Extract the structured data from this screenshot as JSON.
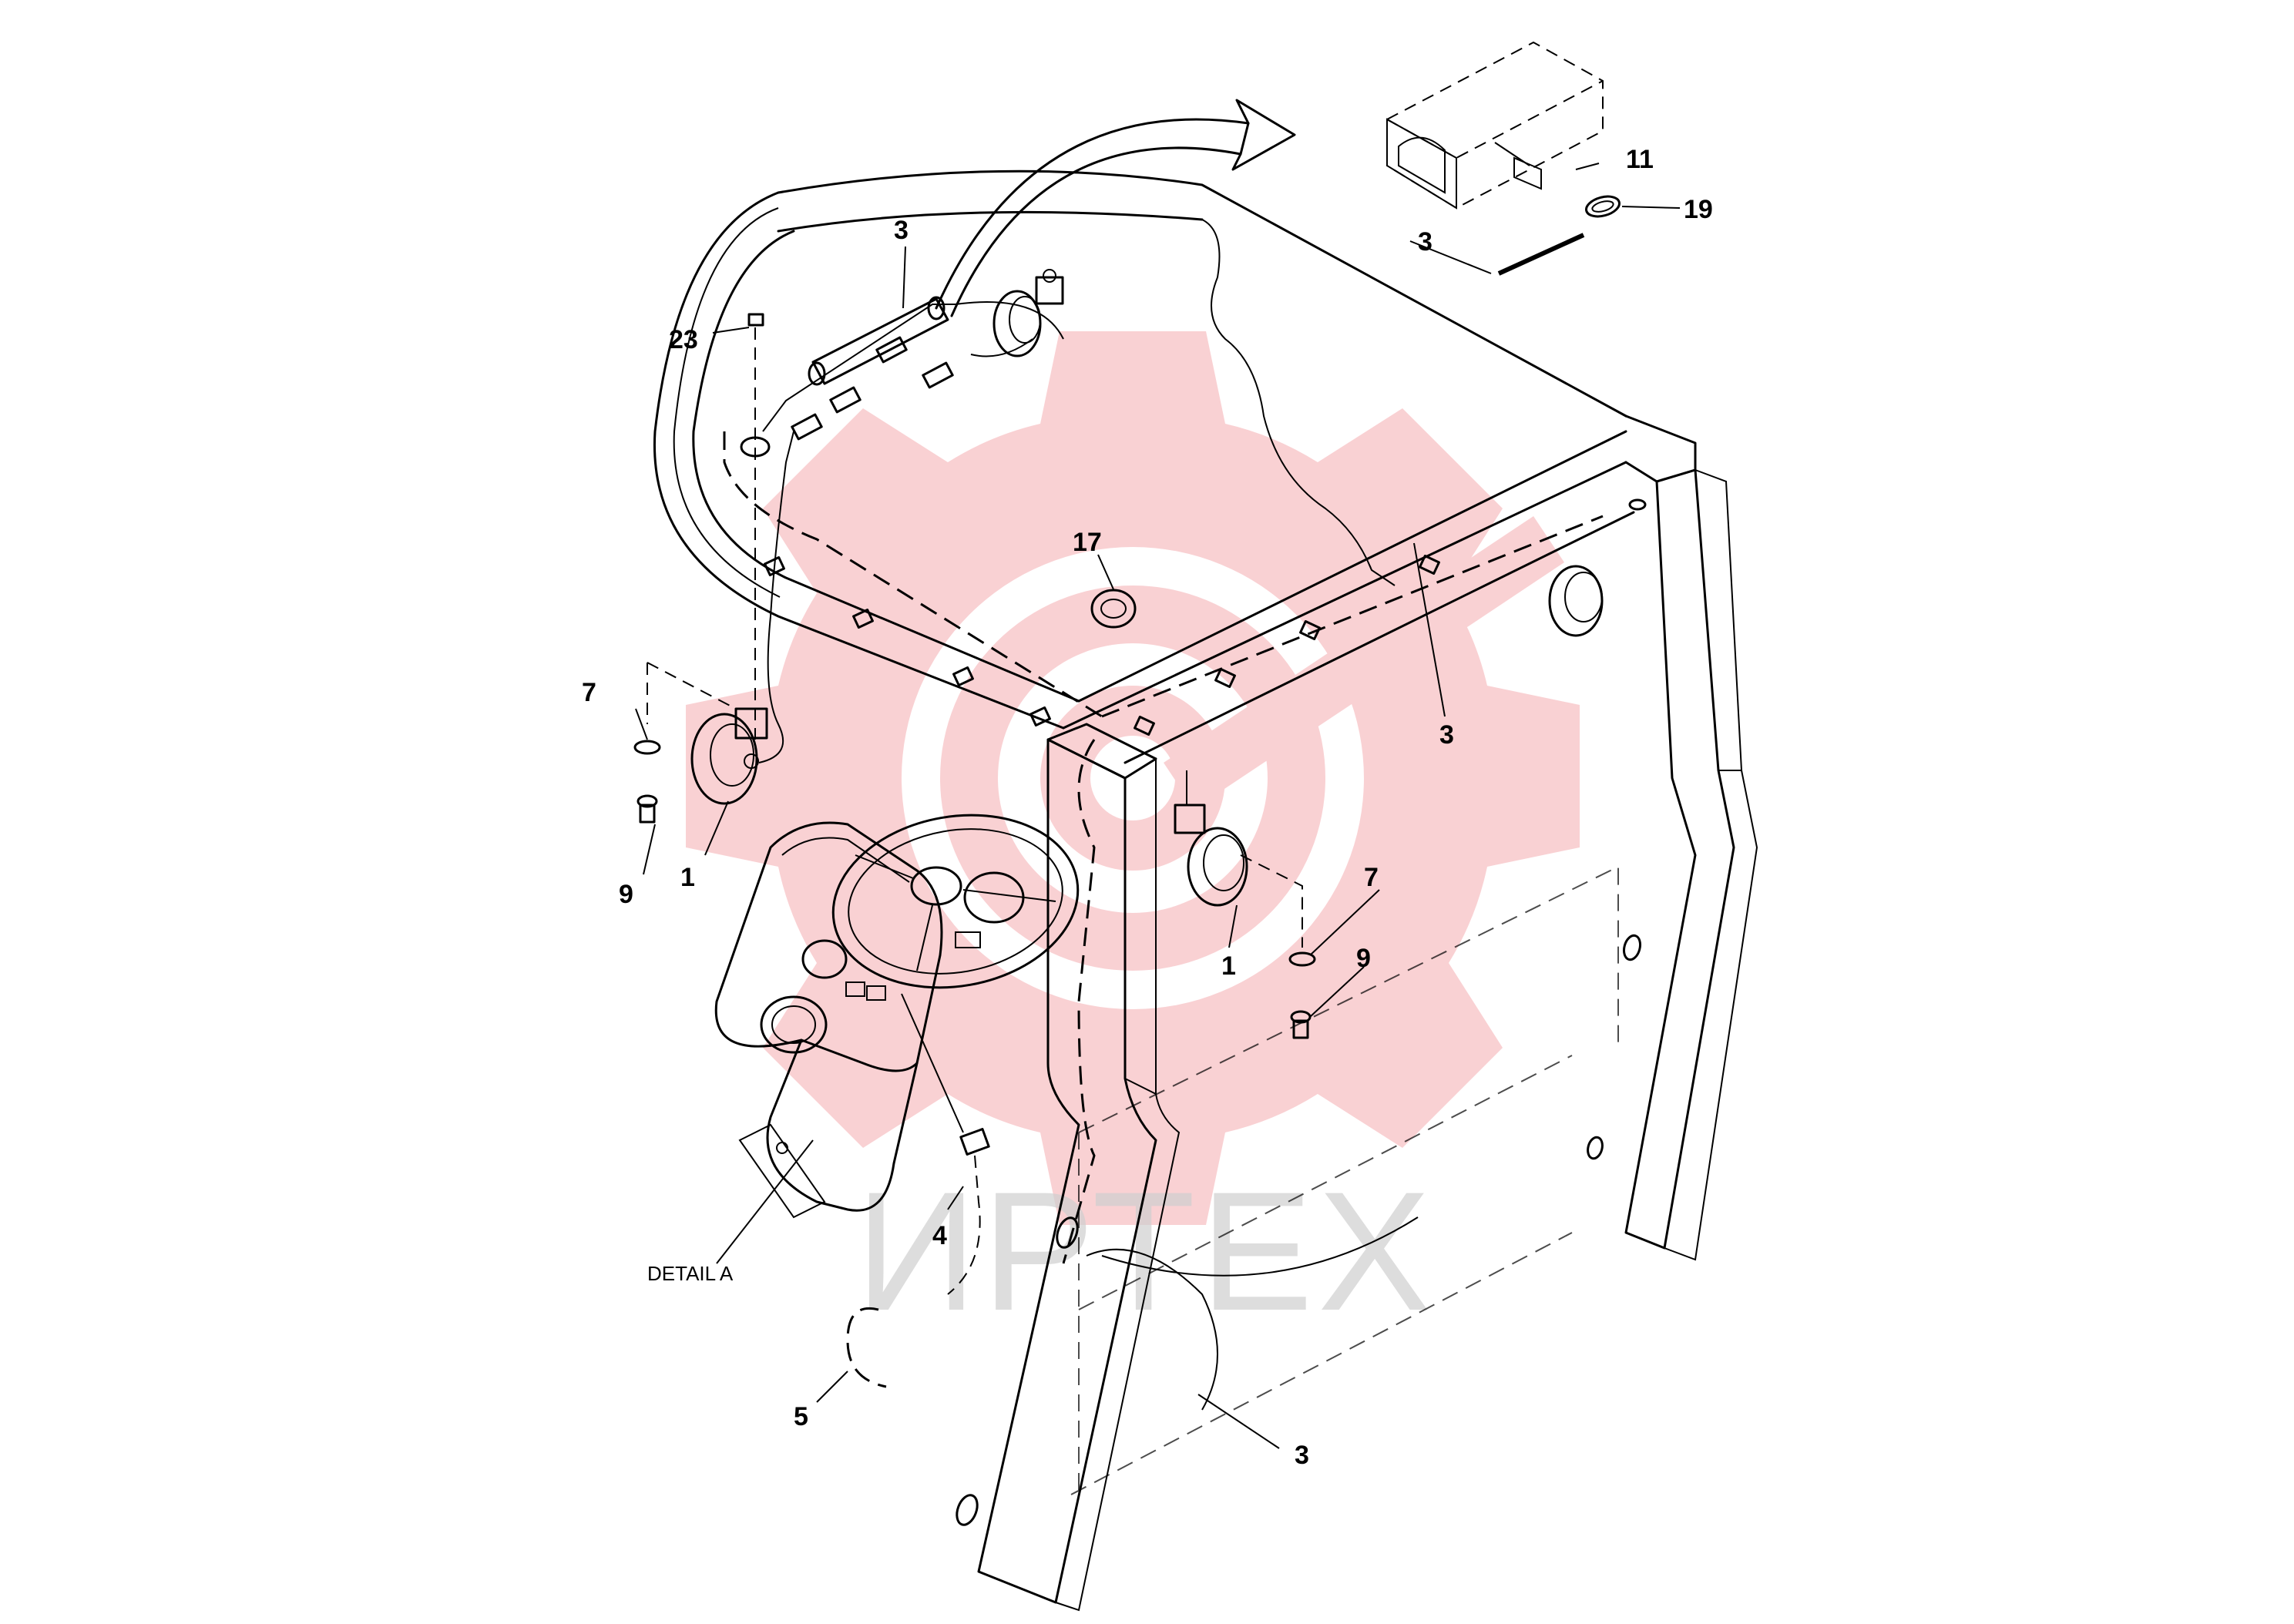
{
  "watermark": {
    "text": "ИРТЕХ",
    "gear_color": "#f9c9cc",
    "text_color": "#cfcfcf"
  },
  "callouts": {
    "c1a": "1",
    "c1b": "1",
    "c3_top": "3",
    "c3_kit": "3",
    "c3_right": "3",
    "c3_bottom": "3",
    "c4": "4",
    "c5": "5",
    "c7a": "7",
    "c7b": "7",
    "c9a": "9",
    "c9b": "9",
    "c11": "11",
    "c17": "17",
    "c19": "19",
    "c23": "23"
  },
  "detail_label": "DETAIL A"
}
